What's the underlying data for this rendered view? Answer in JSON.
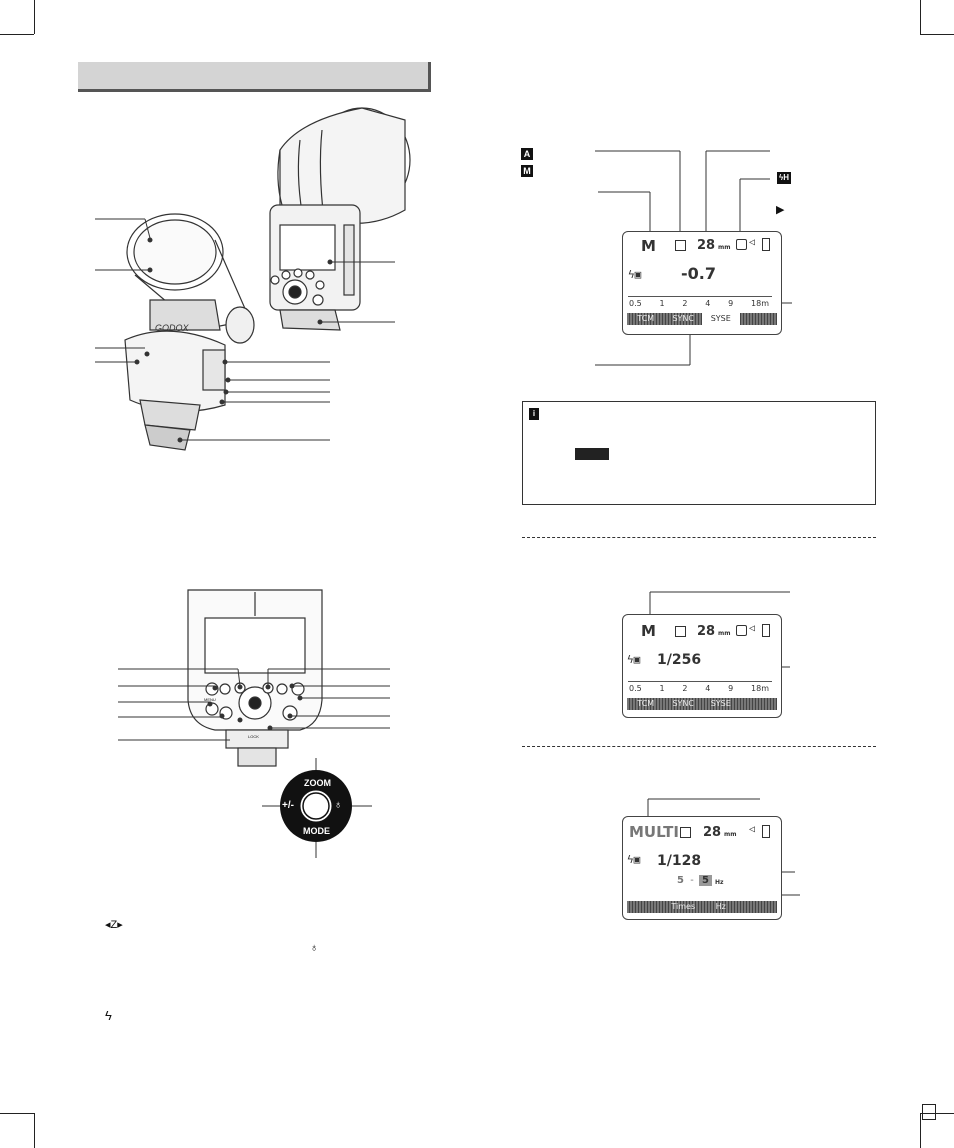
{
  "left_column": {
    "title_bar": "",
    "flash_brand": "GODOX",
    "zoom_label": "ZOOM",
    "mode_label": "MODE",
    "plus_minus": "+/-",
    "menu_label": "MENU",
    "lock_label": "LOCK"
  },
  "icons": {
    "mode_a": "A",
    "mode_m": "M",
    "hss": "ϟH",
    "sync_rear": "▶"
  },
  "lcd1": {
    "mode": "M",
    "zoom": "28",
    "zoom_unit": "mm",
    "ev": "-0.7",
    "scale": [
      "0.5",
      "1",
      "2",
      "4",
      "9",
      "18m"
    ],
    "tabs": [
      "TCM",
      "SYNC",
      "SYSE"
    ]
  },
  "lcd2": {
    "mode": "M",
    "zoom": "28",
    "zoom_unit": "mm",
    "power": "1/256",
    "scale": [
      "0.5",
      "1",
      "2",
      "4",
      "9",
      "18m"
    ],
    "tabs": [
      "TCM",
      "SYNC",
      "SYSE"
    ]
  },
  "lcd3": {
    "mode": "MULTI",
    "zoom": "28",
    "zoom_unit": "mm",
    "power": "1/128",
    "times": "5",
    "freq": "5",
    "freq_unit": "Hz",
    "tabs": [
      "Times",
      "Hz"
    ]
  },
  "note": {
    "icon": "i",
    "highlight": ""
  },
  "page_number": ""
}
